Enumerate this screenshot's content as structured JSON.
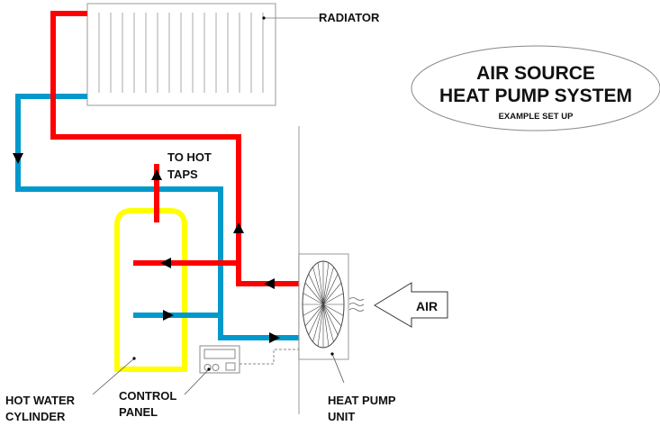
{
  "title": {
    "line1": "AIR SOURCE",
    "line2": "HEAT PUMP SYSTEM",
    "subtitle": "EXAMPLE SET UP"
  },
  "labels": {
    "radiator": "RADIATOR",
    "hot_taps_line1": "TO HOT",
    "hot_taps_line2": "TAPS",
    "air": "AIR",
    "cylinder_line1": "HOT WATER",
    "cylinder_line2": "CYLINDER",
    "control_line1": "CONTROL",
    "control_line2": "PANEL",
    "heat_pump_line1": "HEAT PUMP",
    "heat_pump_line2": "UNIT"
  },
  "colors": {
    "hot_pipe": "#ff0000",
    "cold_pipe": "#0099cc",
    "cylinder": "#ffff00",
    "outline": "#888888",
    "arrow": "#000000"
  }
}
